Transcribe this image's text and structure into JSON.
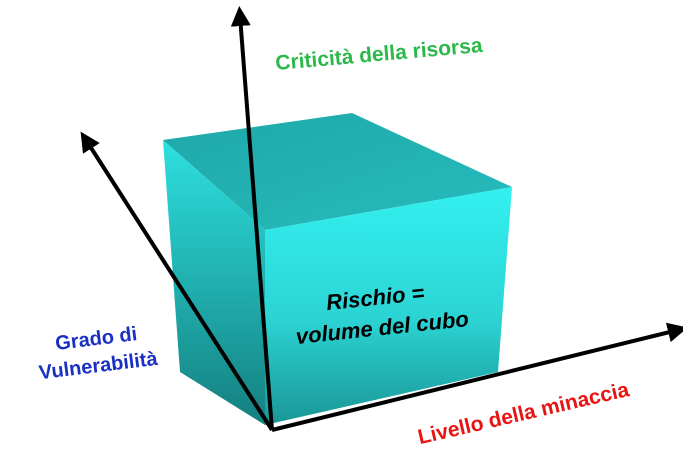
{
  "axes": {
    "vertical": {
      "label": "Criticità della risorsa",
      "color": "#2db84a"
    },
    "depth": {
      "label_line1": "Grado di",
      "label_line2": "Vulnerabilità",
      "color": "#1a2fc4"
    },
    "horizontal": {
      "label": "Livello della minaccia",
      "color": "#e81414"
    }
  },
  "cube": {
    "label_line1": "Rischio =",
    "label_line2": "volume del cubo",
    "colors": {
      "top": "#1fa4a4",
      "front_light": "#33eeee",
      "front_dark": "#1c9a9a",
      "side_light": "#2fdede",
      "side_dark": "#168686"
    }
  },
  "axis_color": "#000000"
}
